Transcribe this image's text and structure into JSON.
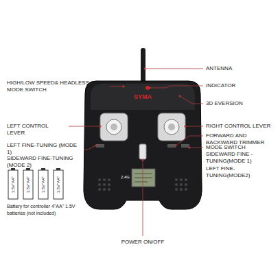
{
  "diagram": {
    "labels": [
      "ANTENNA",
      "INDICATOR",
      "HIGH/LOW SPEED& HEADLESS MODE SWITCH",
      "3D EVERSION",
      "LEFT CONTROL LEVER",
      "RIGHT CONTROL LEVER",
      "FORWARD AND BACKWARD TRIMMER",
      "LEFT FINE-TUNING (MODE 1)",
      "SIDEWARD FINE-TUNING (MODE 2)",
      "MODE SWITCH",
      "SIDEWARD FINE - TUNING(MODE 1)",
      "LEFT FINE-TUNING(MODE2)",
      "Battery for controller 4\"AA\" 1.5V batteries (not included)",
      "POWER ON/OFF",
      "SYMA",
      "2.4G",
      "1.5V\"AA\"",
      "1.5V\"AA\"",
      "1.5V\"AA\"",
      "1.5V\"AA\""
    ]
  }
}
